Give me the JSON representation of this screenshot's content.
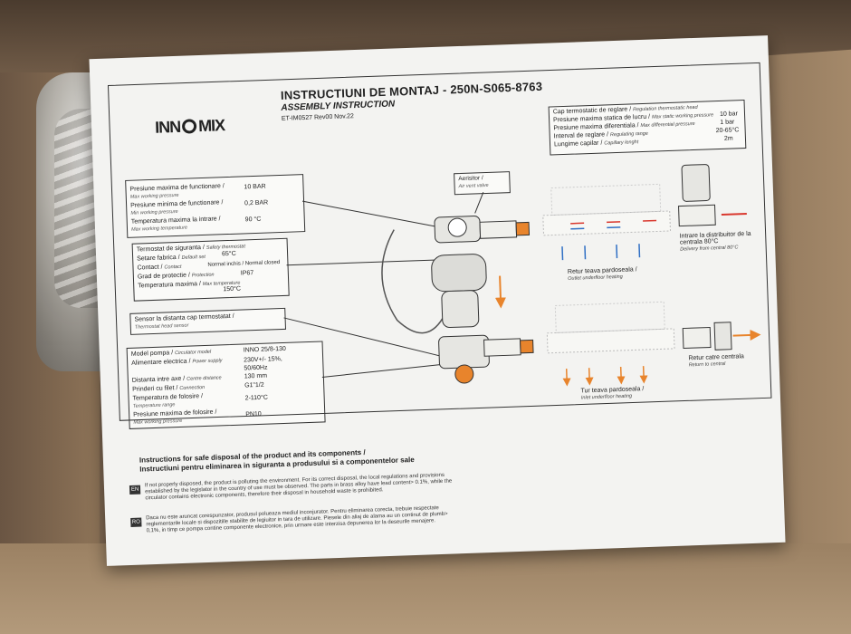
{
  "document": {
    "title": "INSTRUCTIUNI DE MONTAJ - 250N-S065-8763",
    "subtitle": "ASSEMBLY INSTRUCTION",
    "code": "ET-IM0527 Rev00  Nov.22",
    "logo": {
      "left": "INN",
      "right": "MIX"
    }
  },
  "specs_top": [
    {
      "ro": "Presiune maxima de functionare /",
      "en": "Max working pressure",
      "value": "10 BAR"
    },
    {
      "ro": "Presiune minima de functionare /",
      "en": "Min working pressure",
      "value": "0,2 BAR"
    },
    {
      "ro": "Temperatura maxima la intrare /",
      "en": "Max working temperature",
      "value": "90 °C"
    }
  ],
  "thermostat": [
    {
      "ro": "Termostat de siguranta /",
      "en": "Safety thermostat",
      "value": ""
    },
    {
      "ro": "Setare fabrica /",
      "en": "Default set",
      "value": "65°C"
    },
    {
      "ro": "Contact /",
      "en": "Contact",
      "value": "Normal inchis / Normal closed"
    },
    {
      "ro": "Grad de protectie /",
      "en": "Protection",
      "value": "IP67"
    },
    {
      "ro": "Temperatura maxima /",
      "en": "Max temperature",
      "value": "150°C"
    }
  ],
  "sensor": {
    "ro": "Sensor la distanta cap termostatat /",
    "en": "Thermostat head sensor"
  },
  "pump": [
    {
      "ro": "Model pompa /",
      "en": "Circulator model",
      "value": "INNO 25/8-130"
    },
    {
      "ro": "Alimentare electrica /",
      "en": "Power supply",
      "value": "230V+/- 15%, 50/60Hz"
    },
    {
      "ro": "Distanta intre axe /",
      "en": "Centre distance",
      "value": "130 mm"
    },
    {
      "ro": "Prinderi cu filet /",
      "en": "Connection",
      "value": "G1\"1/2"
    },
    {
      "ro": "Temperatura de folosire /",
      "en": "Temperature range",
      "value": "2-110°C"
    },
    {
      "ro": "Presiune maxima de folosire /",
      "en": "Max working pressure",
      "value": "PN10"
    }
  ],
  "head_specs": [
    {
      "ro": "Cap termostatic de reglare /",
      "en": "Regulation thermostatic head",
      "value": ""
    },
    {
      "ro": "Presiune maxima statica de lucru /",
      "en": "Max static working pressure",
      "value": "10 bar"
    },
    {
      "ro": "Presiune maxima diferentiala /",
      "en": "Max differential pressure",
      "value": "1 bar"
    },
    {
      "ro": "Interval de reglare /",
      "en": "Regulating range",
      "value": "20-65°C"
    },
    {
      "ro": "Lungime capilar /",
      "en": "Capillary lenght",
      "value": "2m"
    }
  ],
  "labels": {
    "air_vent_ro": "Aerisitor /",
    "air_vent_en": "Air vent valve",
    "return_floor_ro": "Retur teava pardoseala /",
    "return_floor_en": "Outlet underfloor heating",
    "supply_floor_ro": "Tur teava pardoseala /",
    "supply_floor_en": "Inlet underfloor heating",
    "inlet_central_ro": "Intrare la distribuitor de la centrala 80°C",
    "inlet_central_en": "Delivery from central 80°C",
    "return_central_ro": "Retur catre centrala",
    "return_central_en": "Return to central"
  },
  "disposal": {
    "heading_en": "Instructions for safe disposal of the product and its components /",
    "heading_ro": "Instructiuni pentru eliminarea in siguranta a produsului si a componentelor sale",
    "en_tag": "EN",
    "en_text": "If not properly disposed, the product is polluting the environment. For its correct disposal, the local regulations and provisions established by the legislator in the country of use must be observed. The parts in brass alloy have lead content> 0.1%, while the circulator contains electronic components, therefore their disposal in household waste is prohibited.",
    "ro_tag": "RO",
    "ro_text": "Daca nu este aruncat corespunzator, produsul polueaza mediul inconjurator. Pentru eliminarea corecta, trebuie respectate reglementarile locale si dispozitiile stabilite de legiuitor in tara de utilizare. Piesele din aliaj de alama au un continut de plumb> 0,1%, in timp ce pompa contine componente electronice, prin urmare este interzisa depunerea lor la deseurile menajere."
  },
  "colors": {
    "arrow_red": "#d9382e",
    "arrow_blue": "#2f6fc4",
    "arrow_orange": "#e8842c",
    "paper": "#f3f3f1"
  }
}
